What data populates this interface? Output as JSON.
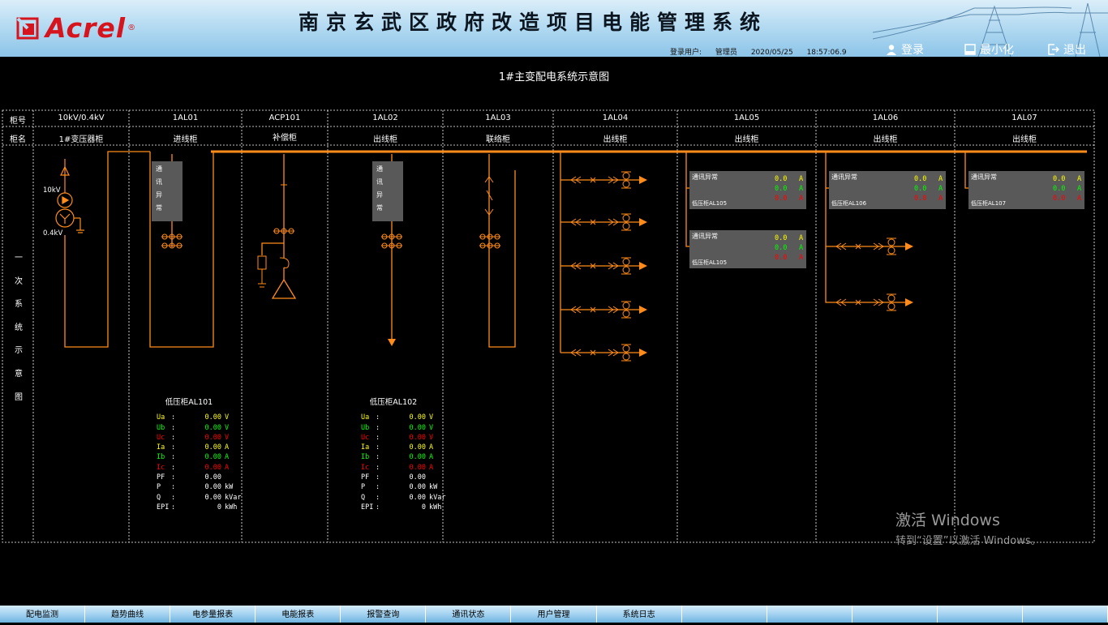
{
  "header": {
    "brand": "Acrel",
    "brand_mark": "®",
    "title": "南京玄武区政府改造项目电能管理系统",
    "login_user_label": "登录用户:",
    "login_user": "管理员",
    "date": "2020/05/25",
    "time": "18:57:06.9",
    "buttons": {
      "login": "登录",
      "minimize": "最小化",
      "exit": "退出"
    }
  },
  "main_title": "1#主变配电系统示意图",
  "table": {
    "row_label_no": "柜号",
    "row_label_name": "柜名",
    "side_label": [
      "一",
      "次",
      "系",
      "统",
      "示",
      "意",
      "图"
    ],
    "columns": [
      {
        "no": "10kV/0.4kV",
        "name": "1#变压器柜"
      },
      {
        "no": "1AL01",
        "name": "进线柜"
      },
      {
        "no": "ACP101",
        "name": "补偿柜"
      },
      {
        "no": "1AL02",
        "name": "出线柜"
      },
      {
        "no": "1AL03",
        "name": "联络柜"
      },
      {
        "no": "1AL04",
        "name": "出线柜"
      },
      {
        "no": "1AL05",
        "name": "出线柜"
      },
      {
        "no": "1AL06",
        "name": "出线柜"
      },
      {
        "no": "1AL07",
        "name": "出线柜"
      }
    ]
  },
  "transformer": {
    "hv": "10kV",
    "lv": "0.4kV"
  },
  "breaker_status": {
    "chars": [
      "通",
      "讯",
      "异",
      "常"
    ]
  },
  "meters": [
    {
      "title": "低压柜AL101",
      "rows": [
        {
          "label": "Ua",
          "value": "0.00",
          "unit": "V",
          "color": "#ffff00"
        },
        {
          "label": "Ub",
          "value": "0.00",
          "unit": "V",
          "color": "#00ff00"
        },
        {
          "label": "Uc",
          "value": "0.00",
          "unit": "V",
          "color": "#ff0000"
        },
        {
          "label": "Ia",
          "value": "0.00",
          "unit": "A",
          "color": "#ffff00"
        },
        {
          "label": "Ib",
          "value": "0.00",
          "unit": "A",
          "color": "#00ff00"
        },
        {
          "label": "Ic",
          "value": "0.00",
          "unit": "A",
          "color": "#ff0000"
        },
        {
          "label": "PF",
          "value": "0.00",
          "unit": "",
          "color": "#ffffff"
        },
        {
          "label": "P",
          "value": "0.00",
          "unit": "kW",
          "color": "#ffffff"
        },
        {
          "label": "Q",
          "value": "0.00",
          "unit": "kVar",
          "color": "#ffffff"
        },
        {
          "label": "EPI",
          "value": "0",
          "unit": "kWh",
          "color": "#ffffff"
        }
      ]
    },
    {
      "title": "低压柜AL102",
      "rows": [
        {
          "label": "Ua",
          "value": "0.00",
          "unit": "V",
          "color": "#ffff00"
        },
        {
          "label": "Ub",
          "value": "0.00",
          "unit": "V",
          "color": "#00ff00"
        },
        {
          "label": "Uc",
          "value": "0.00",
          "unit": "V",
          "color": "#ff0000"
        },
        {
          "label": "Ia",
          "value": "0.00",
          "unit": "A",
          "color": "#ffff00"
        },
        {
          "label": "Ib",
          "value": "0.00",
          "unit": "A",
          "color": "#00ff00"
        },
        {
          "label": "Ic",
          "value": "0.00",
          "unit": "A",
          "color": "#ff0000"
        },
        {
          "label": "PF",
          "value": "0.00",
          "unit": "",
          "color": "#ffffff"
        },
        {
          "label": "P",
          "value": "0.00",
          "unit": "kW",
          "color": "#ffffff"
        },
        {
          "label": "Q",
          "value": "0.00",
          "unit": "kVar",
          "color": "#ffffff"
        },
        {
          "label": "EPI",
          "value": "0",
          "unit": "kWh",
          "color": "#ffffff"
        }
      ]
    }
  ],
  "feeder_panels": [
    {
      "status": "通讯异常",
      "name": "低压柜AL105",
      "values": [
        {
          "v": "0.0",
          "u": "A",
          "color": "#ffff00"
        },
        {
          "v": "0.0",
          "u": "A",
          "color": "#00ff00"
        },
        {
          "v": "0.0",
          "u": "A",
          "color": "#ff0000"
        }
      ]
    },
    {
      "status": "通讯异常",
      "name": "低压柜AL105",
      "values": [
        {
          "v": "0.0",
          "u": "A",
          "color": "#ffff00"
        },
        {
          "v": "0.0",
          "u": "A",
          "color": "#00ff00"
        },
        {
          "v": "0.0",
          "u": "A",
          "color": "#ff0000"
        }
      ]
    },
    {
      "status": "通讯异常",
      "name": "低压柜AL106",
      "values": [
        {
          "v": "0.0",
          "u": "A",
          "color": "#ffff00"
        },
        {
          "v": "0.0",
          "u": "A",
          "color": "#00ff00"
        },
        {
          "v": "0.0",
          "u": "A",
          "color": "#ff0000"
        }
      ]
    },
    {
      "status": "通讯异常",
      "name": "低压柜AL107",
      "values": [
        {
          "v": "0.0",
          "u": "A",
          "color": "#ffff00"
        },
        {
          "v": "0.0",
          "u": "A",
          "color": "#00ff00"
        },
        {
          "v": "0.0",
          "u": "A",
          "color": "#ff0000"
        }
      ]
    }
  ],
  "watermark": {
    "line1": "激活 Windows",
    "line2": "转到“设置”以激活 Windows。"
  },
  "nav": [
    "配电监测",
    "趋势曲线",
    "电参量报表",
    "电能报表",
    "报警查询",
    "通讯状态",
    "用户管理",
    "系统日志",
    "",
    "",
    "",
    "",
    ""
  ],
  "colors": {
    "line": "#ff8c1a",
    "switch_closed": "#00ff00",
    "panel_bg": "#595959"
  }
}
